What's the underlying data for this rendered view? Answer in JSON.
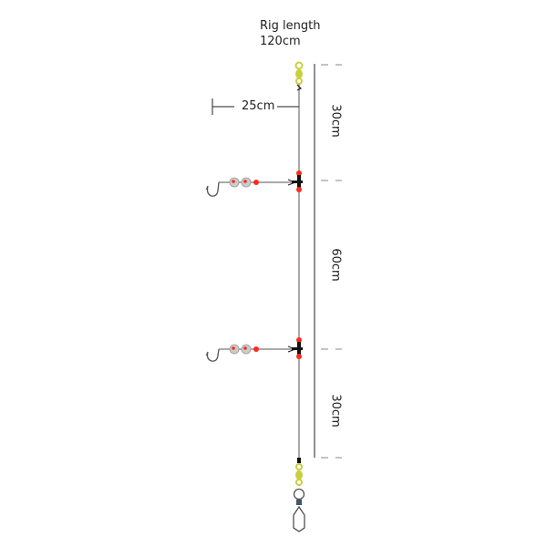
{
  "title": {
    "line1": "Rig length",
    "line2": "120cm"
  },
  "dimensions": {
    "snood_length": "25cm",
    "top_section": "30cm",
    "middle_section": "60cm",
    "bottom_section": "30cm"
  },
  "colors": {
    "line": "#555555",
    "swivel": "#c9cf3a",
    "bead_red": "#ff2a1a",
    "bead_grey": "#c8c8c8",
    "boom": "#111111",
    "lead": "#444444",
    "hook": "#555555"
  },
  "parts": {
    "top_swivel": "swivel-icon",
    "bottom_swivel": "swivel-icon",
    "lead_clip": "lead-weight-icon",
    "hooks": [
      "hook-icon",
      "hook-icon"
    ]
  }
}
